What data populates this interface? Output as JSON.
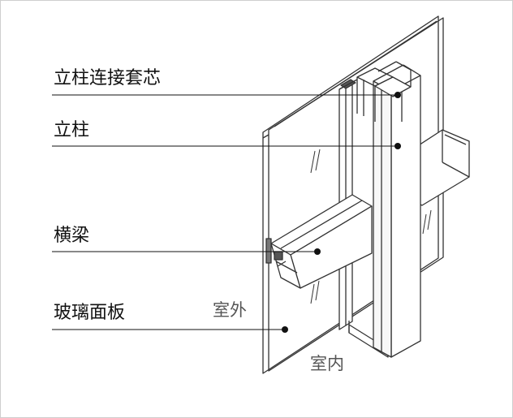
{
  "labels": {
    "mullion_sleeve": "立柱连接套芯",
    "mullion": "立柱",
    "transom": "横梁",
    "glass_panel": "玻璃面板"
  },
  "rooms": {
    "outdoor": "室外",
    "indoor": "室内"
  },
  "colors": {
    "line": "#333333",
    "leader": "#111111",
    "background": "#ffffff"
  }
}
